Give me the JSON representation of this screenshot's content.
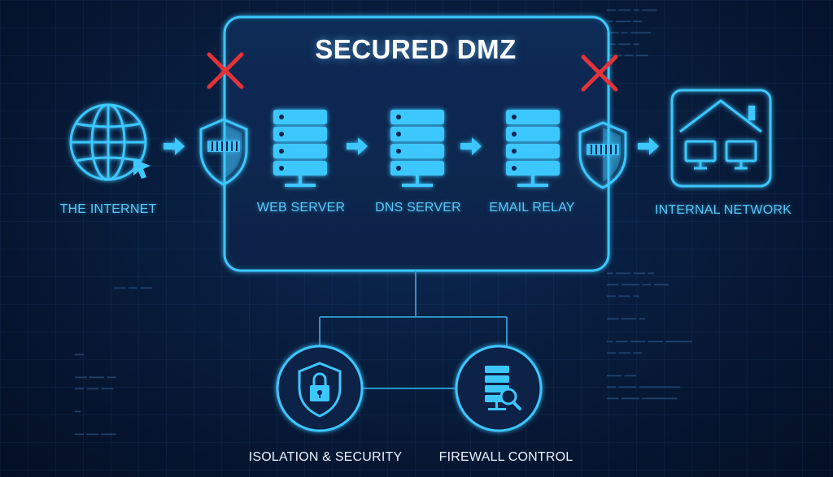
{
  "title": "SECURED DMZ",
  "nodes": {
    "internet": "THE INTERNET",
    "web_server": "WEB SERVER",
    "dns_server": "DNS SERVER",
    "email_relay": "EMAIL RELAY",
    "internal_network": "INTERNAL NETWORK"
  },
  "features": {
    "isolation": "ISOLATION & SECURITY",
    "firewall": "FIREWALL CONTROL"
  },
  "colors": {
    "accent": "#3ec7ff",
    "blocked": "#e5333a",
    "background": "#071a38"
  }
}
